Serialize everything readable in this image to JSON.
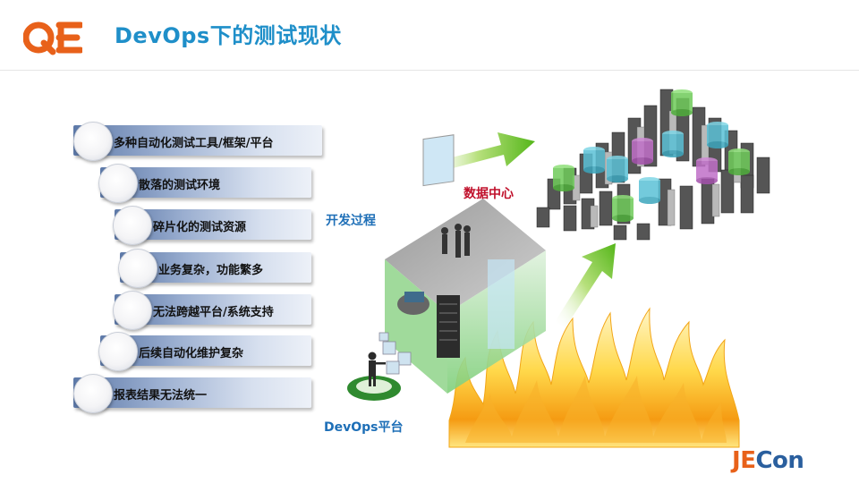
{
  "header": {
    "logo_text": "QE",
    "title": "DevOps下的测试现状"
  },
  "issues": [
    {
      "label": "多种自动化测试工具/框架/平台"
    },
    {
      "label": "散落的测试环境"
    },
    {
      "label": "碎片化的测试资源"
    },
    {
      "label": "业务复杂，功能繁多"
    },
    {
      "label": "无法跨越平台/系统支持"
    },
    {
      "label": "后续自动化维护复杂"
    },
    {
      "label": "报表结果无法统一"
    }
  ],
  "diagram": {
    "dev_process_label": "开发过程",
    "data_center_label": "数据中心",
    "platform_label": "DevOps平台"
  },
  "footer": {
    "brand_prefix": "J",
    "brand_mid": "E",
    "brand_suffix": "Con"
  },
  "colors": {
    "title": "#1f8fc9",
    "logo": "#e8611a",
    "data_center": "#c0102b",
    "dev_label": "#1e6fb7",
    "arrow": "#6fc51f",
    "fire": "#f6b21b"
  }
}
